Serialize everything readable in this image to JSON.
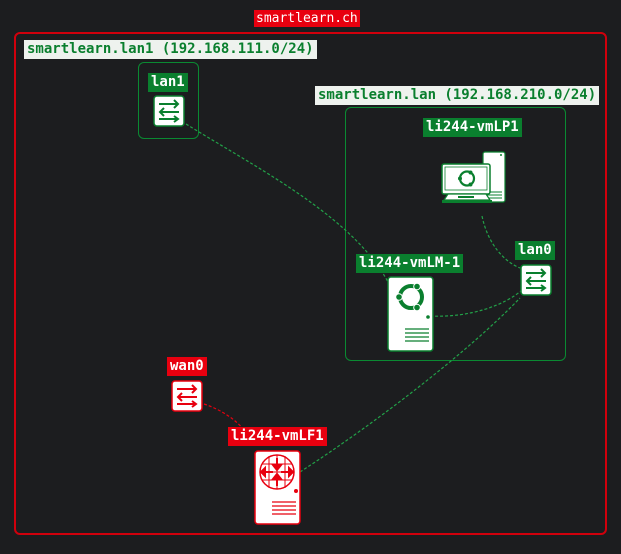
{
  "domain_title": "smartlearn.ch",
  "zones": {
    "lan1_zone": "smartlearn.lan1 (192.168.111.0/24)",
    "lan_zone": "smartlearn.lan (192.168.210.0/24)"
  },
  "nodes": {
    "lan1": "lan1",
    "vmLP1": "li244-vmLP1",
    "lan0": "lan0",
    "vmLM1": "li244-vmLM-1",
    "wan0": "wan0",
    "vmLF1": "li244-vmLF1"
  },
  "colors": {
    "red": "#e8000f",
    "green": "#0a7f2e",
    "green_wire": "#22a048",
    "background": "#1c1d1f"
  },
  "icons": {
    "lan1": "switch-icon",
    "lan0": "switch-icon",
    "wan0": "switch-icon",
    "vmLP1": "workstation-ubuntu-icon",
    "vmLM1": "server-ubuntu-icon",
    "vmLF1": "firewall-router-server-icon"
  }
}
